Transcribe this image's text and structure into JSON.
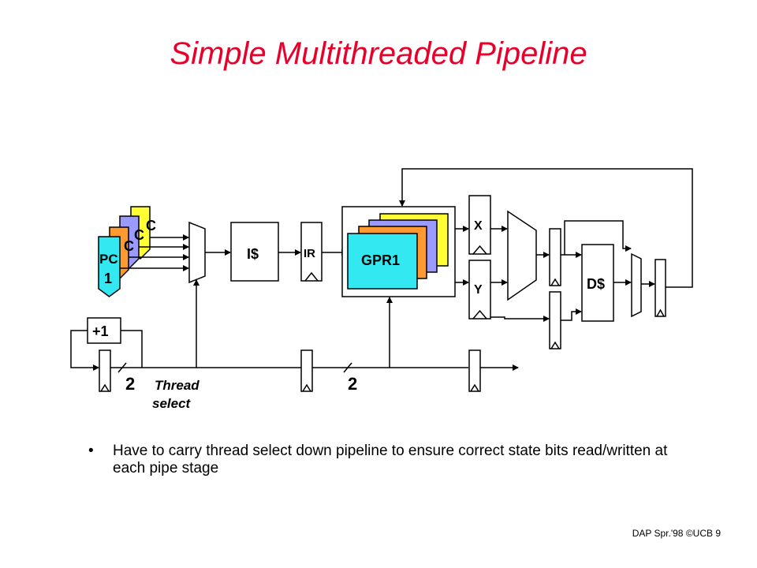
{
  "slide": {
    "title": "Simple Multithreaded Pipeline",
    "bullet_marker": "•",
    "bullet": "Have to carry thread select down pipeline to ensure correct state bits read/written at each pipe stage",
    "footer": "DAP Spr.'98 ©UCB 9"
  },
  "diagram": {
    "pc_label": "PC",
    "pc_number": "1",
    "pc_partial_label": "C",
    "icache_label": "I$",
    "ir_label": "IR",
    "gpr_label": "GPR1",
    "x_label": "X",
    "y_label": "Y",
    "dcache_label": "D$",
    "incr_label": "+1",
    "bus_width_label": "2",
    "thread_select_line1": "Thread",
    "thread_select_line2": "select"
  },
  "colors": {
    "title": "#e8002a",
    "pc_cyan": "#33e8f0",
    "pc_orange": "#ff9a33",
    "pc_purple": "#9b9bff",
    "pc_yellow": "#ffff33",
    "gpr_cyan": "#33e8f0"
  }
}
